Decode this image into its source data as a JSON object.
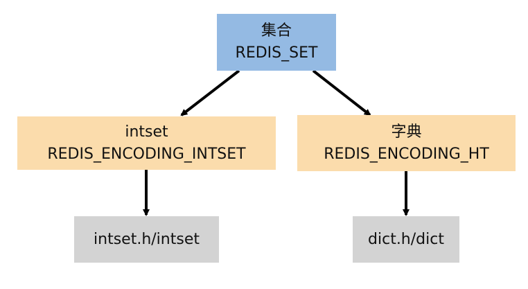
{
  "colors": {
    "set_node": "#94bae3",
    "encoding_node": "#fbdcac",
    "impl_node": "#d3d3d3",
    "arrow": "#000000"
  },
  "diagram": {
    "root": {
      "line1": "集合",
      "line2": "REDIS_SET"
    },
    "left": {
      "line1": "intset",
      "line2": "REDIS_ENCODING_INTSET",
      "impl": "intset.h/intset"
    },
    "right": {
      "line1": "字典",
      "line2": "REDIS_ENCODING_HT",
      "impl": "dict.h/dict"
    }
  }
}
